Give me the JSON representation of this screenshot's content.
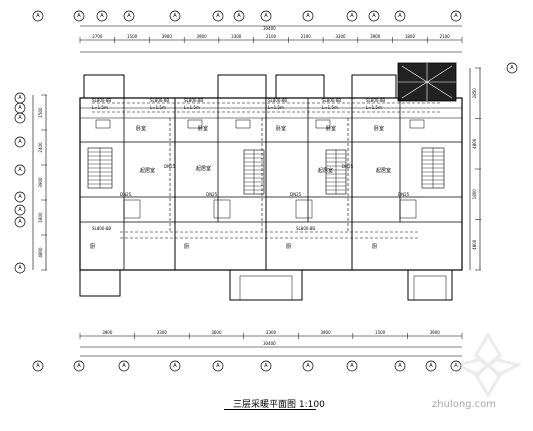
{
  "drawing": {
    "title": "三层采暖平面图",
    "scale": "1:100"
  },
  "axis_labels": {
    "top": [
      "A",
      "A",
      "A",
      "A",
      "A",
      "A",
      "A",
      "A",
      "A",
      "A",
      "A",
      "A",
      "A"
    ],
    "left": [
      "A",
      "A",
      "A",
      "A",
      "A",
      "A",
      "A",
      "A",
      "A"
    ],
    "right": [
      "A"
    ],
    "bottom": [
      "A",
      "A",
      "A",
      "A",
      "A",
      "A",
      "A",
      "A",
      "A",
      "A",
      "A"
    ]
  },
  "dimensions": {
    "top_total": "30400",
    "top_segments": [
      "2700",
      "1500",
      "3900",
      "3900",
      "3300",
      "2100",
      "2100",
      "3300",
      "3900",
      "1800",
      "2100"
    ],
    "bottom_total": "30400",
    "bottom_segments": [
      "3900",
      "3300",
      "3600",
      "3300",
      "3900",
      "1500",
      "3900"
    ],
    "left_segments": [
      "1500",
      "2400",
      "3900",
      "1800",
      "4800"
    ],
    "right_segments": [
      "2850",
      "4800",
      "1800",
      "4800"
    ]
  },
  "rooms": {
    "bedrooms": [
      "卧室",
      "卧室",
      "卧室",
      "卧室",
      "卧室"
    ],
    "living": [
      "起居室",
      "起居室",
      "起居室",
      "起居室"
    ],
    "kitchens": [
      "厨",
      "厨",
      "厨",
      "厨"
    ]
  },
  "pipe_labels": {
    "top_row": [
      "SL800-8B",
      "SL800-8B",
      "SL800-8B",
      "SL800-8B",
      "SL800-8B",
      "SL800-8B"
    ],
    "top_len": [
      "L=1.5m",
      "L=1.5m",
      "L=1.5m",
      "L=1.5m",
      "L=1.5m",
      "L=1.5m"
    ],
    "bottom_left": "SL800-8B",
    "bottom_right": "SL800-8B",
    "dn_tags": [
      "DN25",
      "DN25",
      "DN25",
      "DN25",
      "DN25",
      "DN25"
    ]
  },
  "watermark": {
    "text": "zhulong.com"
  }
}
